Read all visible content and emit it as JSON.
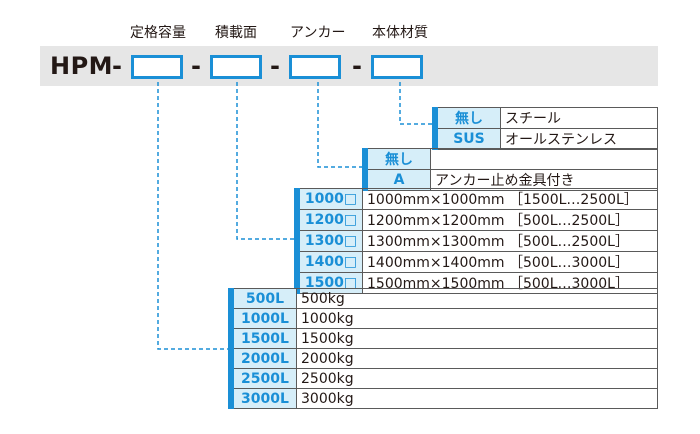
{
  "headers": [
    "定格容量",
    "積載面",
    "アンカー",
    "本体材質"
  ],
  "model": {
    "prefix": "HPM",
    "separator": "-"
  },
  "colors": {
    "accent": "#1a8fd6",
    "code_fill": "#d6eef9",
    "band": "#e6e6e6"
  },
  "material": [
    {
      "code": "無し",
      "desc": "スチール"
    },
    {
      "code": "SUS",
      "desc": "オールステンレス"
    }
  ],
  "anchor": [
    {
      "code": "無し",
      "desc": ""
    },
    {
      "code": "A",
      "desc": "アンカー止め金具付き"
    }
  ],
  "surface": [
    {
      "code": "1000□",
      "desc": "1000mm×1000mm ［1500L…2500L］"
    },
    {
      "code": "1200□",
      "desc": "1200mm×1200mm ［500L…2500L］"
    },
    {
      "code": "1300□",
      "desc": "1300mm×1300mm ［500L…2500L］"
    },
    {
      "code": "1400□",
      "desc": "1400mm×1400mm ［500L…3000L］"
    },
    {
      "code": "1500□",
      "desc": "1500mm×1500mm ［500L…3000L］"
    }
  ],
  "capacity": [
    {
      "code": "500L",
      "desc": "500kg"
    },
    {
      "code": "1000L",
      "desc": "1000kg"
    },
    {
      "code": "1500L",
      "desc": "1500kg"
    },
    {
      "code": "2000L",
      "desc": "2000kg"
    },
    {
      "code": "2500L",
      "desc": "2500kg"
    },
    {
      "code": "3000L",
      "desc": "3000kg"
    }
  ]
}
